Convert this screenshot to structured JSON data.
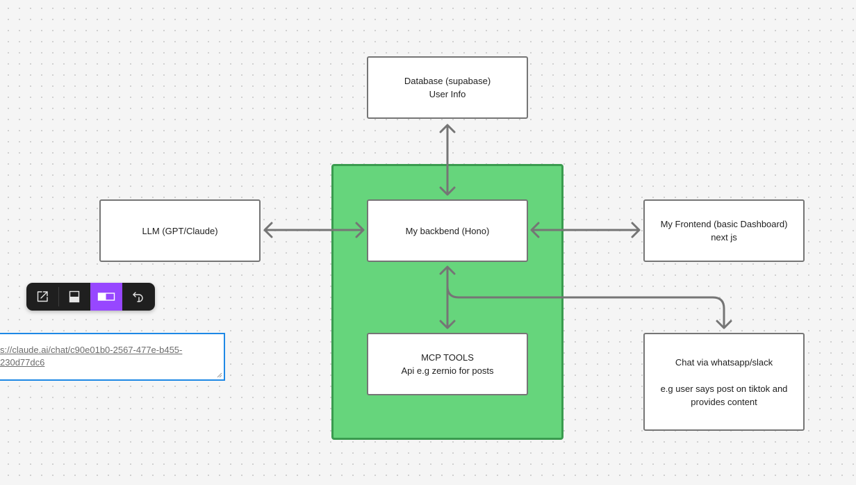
{
  "diagram": {
    "nodes": {
      "database": {
        "lines": [
          "Database (supabase)",
          "User Info"
        ]
      },
      "backend": {
        "lines": [
          "My backbend (Hono)"
        ]
      },
      "llm": {
        "lines": [
          "LLM (GPT/Claude)"
        ]
      },
      "frontend": {
        "lines": [
          "My Frontend (basic Dashboard)",
          "next js"
        ]
      },
      "mcp": {
        "lines": [
          "MCP TOOLS",
          "Api e.g zernio for posts"
        ]
      },
      "chat": {
        "lines": [
          "Chat via whatsapp/slack",
          "",
          "e.g user says post on tiktok and",
          "provides content"
        ]
      }
    },
    "colors": {
      "canvas": "#f5f5f5",
      "group_fill": "#66d57c",
      "group_border": "#3a9b4f",
      "node_border": "#757575",
      "connector": "#757575",
      "toolbar": "#1f1f1f",
      "toolbar_active": "#9747ff",
      "url_border": "#1e88e5"
    }
  },
  "toolbar": {
    "buttons": [
      {
        "icon": "open-external-icon",
        "active": false
      },
      {
        "icon": "half-fill-icon",
        "active": false
      },
      {
        "icon": "toggle-card-icon",
        "active": true
      },
      {
        "icon": "reply-arrow-icon",
        "active": false
      }
    ]
  },
  "url_box": {
    "lines": [
      "s://claude.ai/chat/c90e01b0-2567-477e-b455-",
      "230d77dc6"
    ]
  }
}
